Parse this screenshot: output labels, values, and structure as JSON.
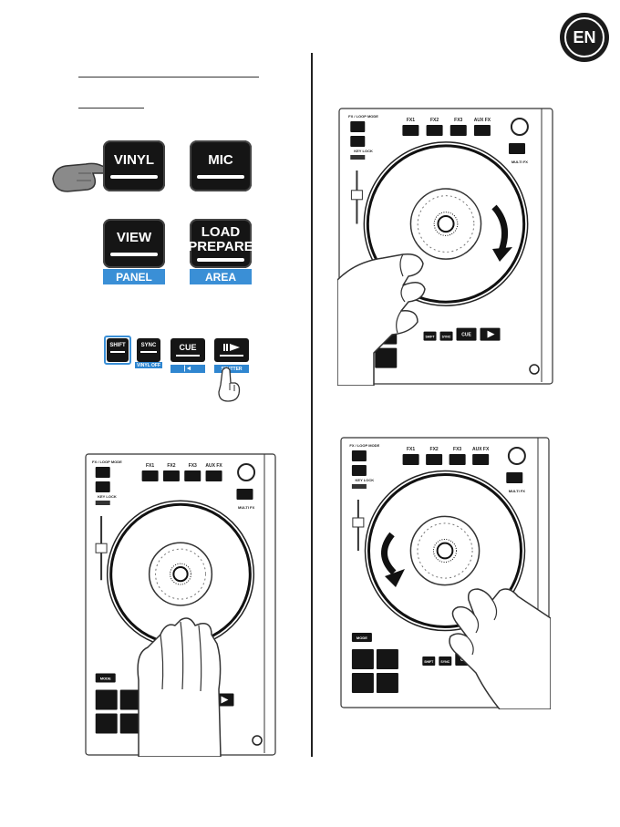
{
  "badge": {
    "label": "EN"
  },
  "left_buttons": {
    "vinyl": "VINYL",
    "mic": "MIC",
    "view": "VIEW",
    "panel": "PANEL",
    "load_prepare_line1": "LOAD",
    "load_prepare_line2": "PREPARE",
    "area": "AREA"
  },
  "transport": {
    "shift": "SHIFT",
    "sync": "SYNC",
    "sync_sub": "VINYL OFF",
    "cue": "CUE",
    "cue_sub": "|◄",
    "play_sub": "STUTTER"
  },
  "controller": {
    "fx_loop_mode": "FX / LOOP MODE",
    "fx1": "FX1",
    "fx2": "FX2",
    "fx3": "FX3",
    "aux_fx": "AUX FX",
    "key_lock": "KEY LOCK",
    "mode": "MODE",
    "multi_fx": "MULTI FX",
    "cue": "CUE",
    "shift": "SHIFT",
    "sync": "SYNC"
  },
  "colors": {
    "accent": "#3a8fd6",
    "dark": "#151515"
  }
}
